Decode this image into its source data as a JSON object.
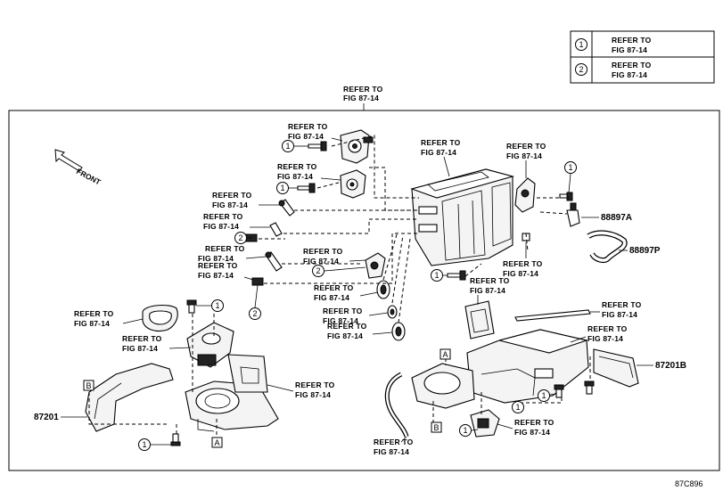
{
  "legend": {
    "rows": [
      {
        "num": "1",
        "line1": "REFER TO",
        "line2": "FIG 87-14"
      },
      {
        "num": "2",
        "line1": "REFER TO",
        "line2": "FIG 87-14"
      }
    ]
  },
  "ref_line1": "REFER TO",
  "ref_line2": "FIG 87-14",
  "callouts": {
    "one": "1",
    "two": "2"
  },
  "boxes": {
    "a": "A",
    "b": "B"
  },
  "front_label": "FRONT",
  "part_numbers": {
    "p88897a": "88897A",
    "p88897p": "88897P",
    "p87201b": "87201B",
    "p87201": "87201"
  },
  "figure_code": "87C896"
}
